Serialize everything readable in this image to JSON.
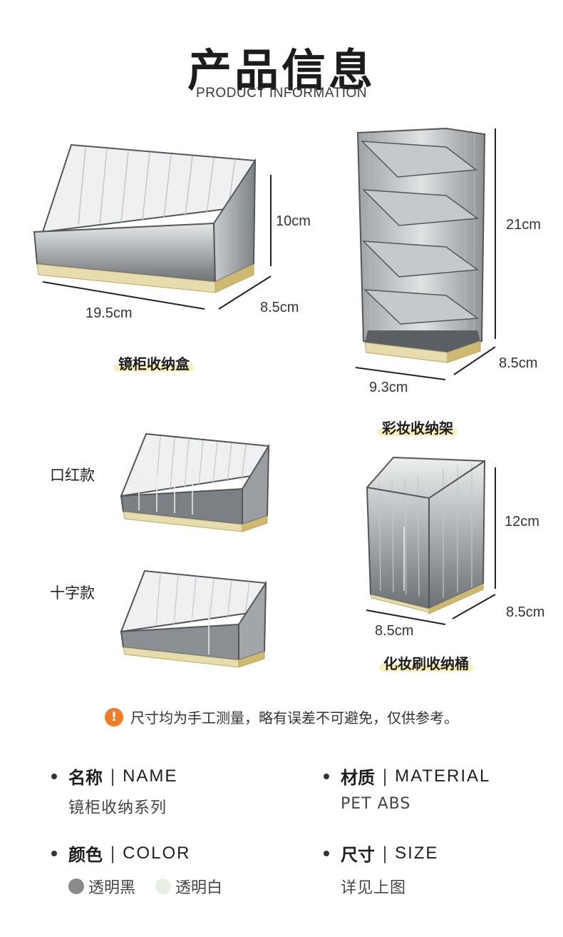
{
  "header": {
    "title": "产品信息",
    "subtitle": "PRODUCT INFORMATION"
  },
  "products": {
    "mirror_box": {
      "label": "镜柜收纳盒",
      "width": "19.5cm",
      "depth": "8.5cm",
      "height": "10cm"
    },
    "makeup_rack": {
      "label": "彩妆收纳架",
      "width": "9.3cm",
      "depth": "8.5cm",
      "height": "21cm"
    },
    "variants": {
      "lipstick": "口红款",
      "cross": "十字款"
    },
    "brush_bucket": {
      "label": "化妆刷收纳桶",
      "width": "8.5cm",
      "depth": "8.5cm",
      "height": "12cm"
    }
  },
  "notice": {
    "icon": "!",
    "text": "尺寸均为手工测量，略有误差不可避免，仅供参考。"
  },
  "specs": {
    "name": {
      "zh": "名称",
      "en": "NAME",
      "value": "镜柜收纳系列"
    },
    "material": {
      "zh": "材质",
      "en": "MATERIAL",
      "value": "PET ABS"
    },
    "color": {
      "zh": "颜色",
      "en": "COLOR",
      "options": [
        {
          "label": "透明黑",
          "swatch": "#8c8a88"
        },
        {
          "label": "透明白",
          "swatch": "#e8f0e4"
        }
      ]
    },
    "size": {
      "zh": "尺寸",
      "en": "SIZE",
      "value": "详见上图"
    }
  },
  "separator": "|",
  "colors": {
    "accent_highlight": "#f7f0b9",
    "notice_icon": "#ee7d2b",
    "gold_base": "#d8c78e"
  }
}
